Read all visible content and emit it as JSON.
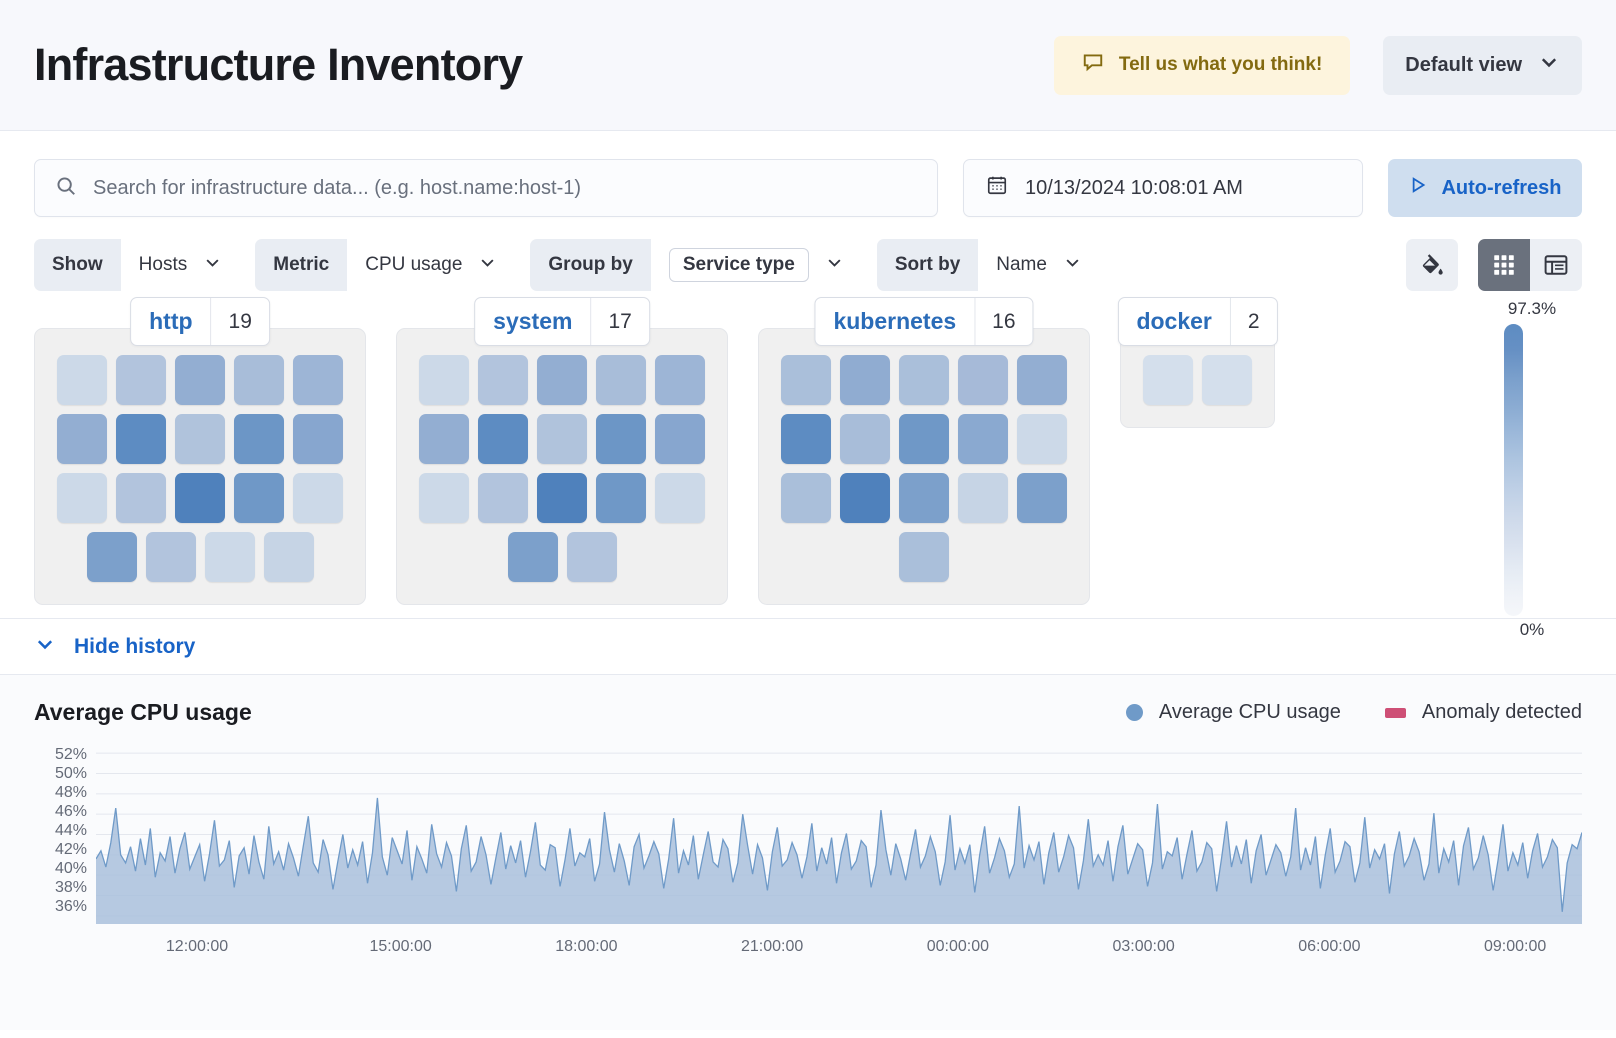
{
  "header": {
    "title": "Infrastructure Inventory",
    "feedback_label": "Tell us what you think!",
    "feedback_icon": "comment-icon",
    "view_label": "Default view",
    "view_icon": "chevron-down-icon"
  },
  "toolbar": {
    "search_placeholder": "Search for infrastructure data... (e.g. host.name:host-1)",
    "search_value": "",
    "search_icon": "search-icon",
    "date_value": "10/13/2024 10:08:01 AM",
    "date_icon": "calendar-icon",
    "refresh_label": "Auto-refresh",
    "refresh_icon": "play-icon",
    "filters": [
      {
        "label": "Show",
        "value": "Hosts",
        "boxed": false
      },
      {
        "label": "Metric",
        "value": "CPU usage",
        "boxed": false
      },
      {
        "label": "Group by",
        "value": "Service type",
        "boxed": true
      },
      {
        "label": "Sort by",
        "value": "Name",
        "boxed": false
      }
    ],
    "palette_icon": "paint-bucket-icon",
    "grid_view_icon": "grid-view-icon",
    "table_view_icon": "table-view-icon",
    "active_view": "grid"
  },
  "waffle": {
    "legend_max": "97.3%",
    "legend_min": "0%",
    "groups": [
      {
        "name": "http",
        "count": "19",
        "rows": [
          [
            "#ccd9e8",
            "#b2c4dd",
            "#93aed2",
            "#a8bdd9",
            "#9db5d6"
          ],
          [
            "#93aed2",
            "#5d8cc2",
            "#b0c3dc",
            "#6c96c6",
            "#87a6cf"
          ],
          [
            "#ccd9e8",
            "#b2c4dd",
            "#4f81bc",
            "#6f98c7",
            "#ccd9e8"
          ],
          [
            "#7ca0cb",
            "#b2c4dd",
            "#ccd9e8",
            "#c6d4e5"
          ]
        ]
      },
      {
        "name": "system",
        "count": "17",
        "rows": [
          [
            "#ccd9e8",
            "#b2c4dd",
            "#93aed2",
            "#a8bdd9",
            "#9db5d6"
          ],
          [
            "#93aed2",
            "#5d8cc2",
            "#b0c3dc",
            "#6c96c6",
            "#87a6cf"
          ],
          [
            "#ccd9e8",
            "#b2c4dd",
            "#4f81bc",
            "#6f98c7",
            "#ccd9e8"
          ],
          [
            "#7ca0cb",
            "#b2c4dd"
          ]
        ]
      },
      {
        "name": "kubernetes",
        "count": "16",
        "rows": [
          [
            "#aabfda",
            "#90acd1",
            "#aabfda",
            "#a6bad8",
            "#93aed2"
          ],
          [
            "#5d8cc2",
            "#a8bdd9",
            "#6f98c7",
            "#8aa9d0",
            "#ccd9e8"
          ],
          [
            "#aabfda",
            "#4f81bc",
            "#7ca0cb",
            "#c6d4e5",
            "#7ca0cb"
          ],
          [
            "#aabfda"
          ]
        ]
      },
      {
        "name": "docker",
        "count": "2",
        "rows": [
          [
            "#d4dfec",
            "#d4dfec"
          ]
        ]
      }
    ]
  },
  "history": {
    "toggle_label": "Hide history",
    "toggle_icon": "chevron-down-icon"
  },
  "chart_data": {
    "type": "area",
    "title": "Average CPU usage",
    "xlabel": "",
    "ylabel": "",
    "grid": true,
    "legend_position": "top-right",
    "legend": [
      {
        "name": "Average CPU usage",
        "color": "#6f9ac8",
        "marker": "dot"
      },
      {
        "name": "Anomaly detected",
        "color": "#ce4f76",
        "marker": "square"
      }
    ],
    "ylim": [
      35,
      53
    ],
    "ytick_labels": [
      "52%",
      "50%",
      "48%",
      "46%",
      "44%",
      "42%",
      "40%",
      "38%",
      "36%"
    ],
    "ytick_values": [
      52,
      50,
      48,
      46,
      44,
      42,
      40,
      38,
      36
    ],
    "xtick_labels": [
      "12:00:00",
      "15:00:00",
      "18:00:00",
      "21:00:00",
      "00:00:00",
      "03:00:00",
      "06:00:00",
      "09:00:00"
    ],
    "xtick_positions": [
      0.068,
      0.205,
      0.33,
      0.455,
      0.58,
      0.705,
      0.83,
      0.955
    ],
    "series": [
      {
        "name": "Average CPU usage",
        "color": "#6f9ac8",
        "values": [
          41.6,
          42.4,
          40.8,
          43.2,
          46.6,
          42.0,
          41.2,
          42.8,
          40.4,
          43.6,
          41.0,
          44.6,
          39.8,
          42.2,
          41.4,
          43.8,
          40.2,
          42.6,
          44.2,
          40.6,
          41.8,
          43.0,
          39.4,
          42.1,
          45.4,
          40.9,
          41.5,
          43.4,
          38.8,
          41.9,
          42.7,
          40.1,
          43.9,
          41.3,
          39.6,
          44.8,
          41.1,
          42.3,
          40.5,
          43.1,
          41.7,
          39.9,
          42.9,
          45.8,
          41.2,
          40.3,
          43.5,
          42.0,
          38.6,
          41.4,
          44.0,
          40.7,
          42.5,
          41.0,
          43.3,
          39.2,
          42.2,
          47.6,
          41.8,
          40.0,
          43.7,
          42.4,
          41.1,
          44.4,
          39.5,
          42.8,
          41.6,
          40.2,
          45.0,
          42.1,
          40.8,
          43.2,
          41.9,
          38.4,
          42.6,
          44.9,
          40.4,
          41.3,
          43.8,
          42.0,
          39.1,
          41.7,
          44.2,
          40.6,
          42.9,
          41.2,
          43.4,
          39.8,
          42.3,
          45.2,
          41.0,
          40.5,
          43.0,
          42.7,
          38.9,
          41.5,
          44.6,
          40.9,
          42.2,
          41.8,
          43.6,
          39.4,
          41.1,
          46.2,
          42.5,
          40.3,
          43.1,
          41.4,
          39.0,
          42.8,
          44.0,
          40.7,
          41.9,
          43.3,
          42.1,
          38.7,
          41.6,
          45.6,
          40.2,
          42.4,
          41.0,
          43.9,
          39.6,
          42.0,
          44.3,
          41.3,
          40.8,
          43.5,
          42.6,
          39.3,
          41.2,
          46.0,
          42.9,
          40.1,
          43.0,
          41.7,
          38.5,
          42.3,
          44.7,
          40.9,
          41.5,
          43.2,
          42.0,
          39.7,
          41.8,
          45.1,
          40.4,
          42.7,
          41.1,
          43.7,
          39.2,
          42.2,
          44.1,
          40.6,
          41.4,
          43.4,
          42.8,
          38.8,
          41.0,
          46.4,
          42.5,
          40.0,
          43.1,
          41.6,
          39.5,
          42.1,
          44.5,
          40.8,
          41.9,
          43.8,
          42.3,
          39.0,
          41.3,
          45.9,
          40.5,
          42.6,
          41.2,
          43.0,
          38.3,
          42.0,
          44.8,
          40.2,
          41.7,
          43.6,
          42.4,
          39.8,
          41.1,
          46.8,
          40.7,
          42.9,
          41.5,
          43.3,
          39.1,
          42.2,
          44.2,
          40.3,
          41.8,
          43.9,
          42.7,
          38.6,
          41.4,
          45.5,
          40.9,
          42.0,
          41.0,
          43.4,
          39.4,
          42.8,
          44.9,
          40.1,
          41.6,
          43.1,
          42.5,
          38.9,
          41.2,
          47.0,
          40.6,
          42.3,
          41.9,
          43.7,
          39.6,
          42.1,
          44.4,
          40.4,
          41.3,
          43.2,
          42.6,
          38.4,
          41.7,
          45.3,
          40.8,
          42.9,
          41.1,
          43.5,
          39.2,
          42.4,
          44.0,
          40.0,
          41.5,
          43.0,
          42.2,
          39.9,
          41.8,
          46.6,
          40.5,
          42.7,
          41.0,
          43.8,
          38.7,
          42.0,
          44.6,
          40.3,
          41.4,
          43.3,
          42.8,
          39.3,
          41.2,
          45.7,
          40.7,
          42.5,
          41.6,
          43.1,
          38.2,
          42.1,
          44.3,
          40.9,
          41.9,
          43.6,
          42.3,
          39.5,
          41.1,
          46.1,
          40.2,
          42.6,
          41.3,
          43.4,
          39.0,
          42.9,
          44.7,
          40.6,
          41.7,
          43.9,
          42.0,
          38.5,
          41.5,
          45.0,
          40.4,
          42.2,
          41.0,
          43.2,
          39.7,
          42.4,
          44.1,
          40.8,
          41.8,
          43.5,
          42.7,
          36.4,
          41.2,
          43.0,
          42.6,
          44.2
        ]
      }
    ]
  }
}
